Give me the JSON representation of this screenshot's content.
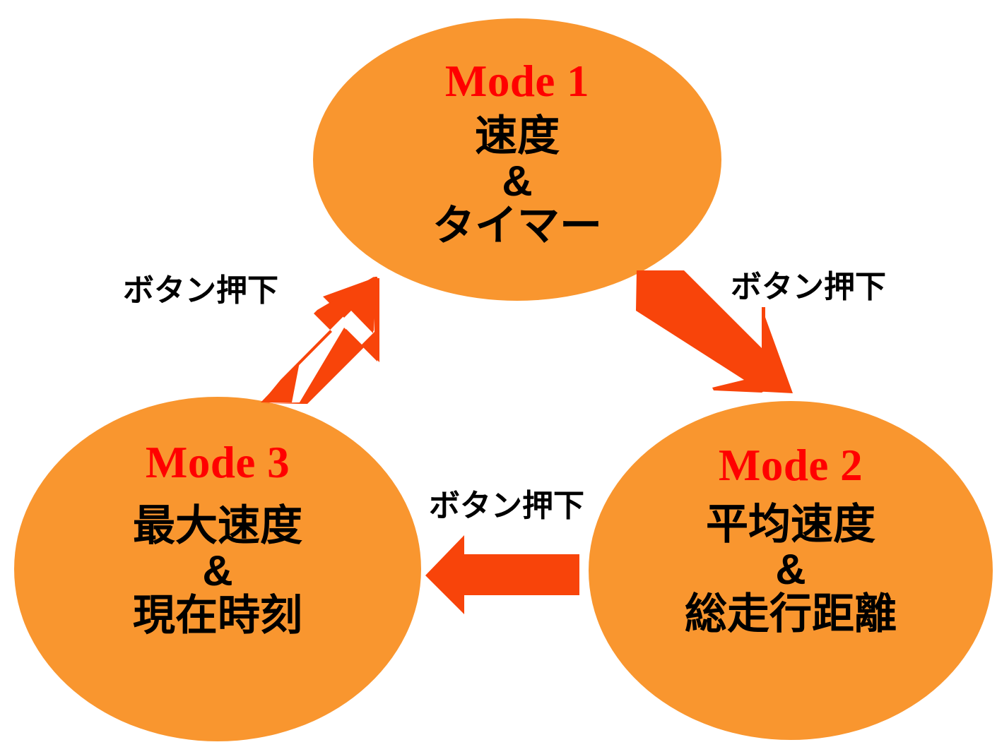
{
  "diagram": {
    "title": "Mode cycle state diagram",
    "background_color": "#FFFFFF",
    "node_fill_color": "#F9962F",
    "node_title_color": "#FF0000",
    "node_body_color": "#000000",
    "arrow_color": "#F8440A",
    "nodes": [
      {
        "id": "mode1",
        "title": "Mode 1",
        "body": "速度\n&\nタイマー",
        "shape": "ellipse",
        "position": "top-center"
      },
      {
        "id": "mode2",
        "title": "Mode 2",
        "body": "平均速度\n&\n総走行距離",
        "shape": "ellipse",
        "position": "bottom-right"
      },
      {
        "id": "mode3",
        "title": "Mode 3",
        "body": "最大速度\n&\n現在時刻",
        "shape": "ellipse",
        "position": "bottom-left"
      }
    ],
    "edges": [
      {
        "id": "edge-mode1-to-mode2",
        "label": "ボタン押下",
        "from": "mode1",
        "to": "mode2",
        "direction": "down-right"
      },
      {
        "id": "edge-mode2-to-mode3",
        "label": "ボタン押下",
        "from": "mode2",
        "to": "mode3",
        "direction": "left"
      },
      {
        "id": "edge-mode3-to-mode1",
        "label": "ボタン押下",
        "from": "mode3",
        "to": "mode1",
        "direction": "up-right"
      }
    ]
  }
}
